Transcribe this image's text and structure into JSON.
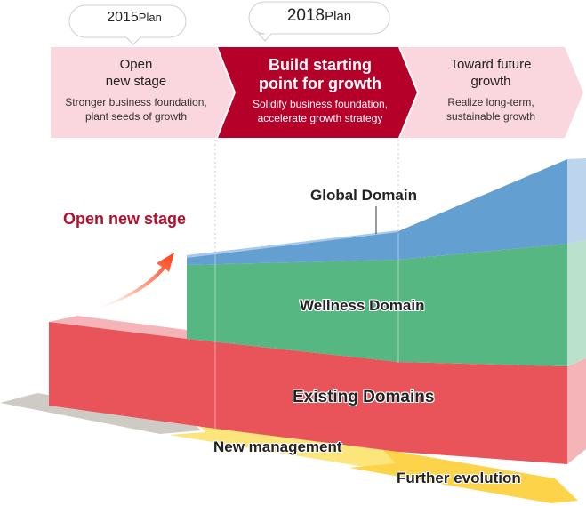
{
  "plans": [
    {
      "year": "2015",
      "suffix": "Plan"
    },
    {
      "year": "2018",
      "suffix": "Plan"
    }
  ],
  "stages": [
    {
      "title_line1": "Open",
      "title_line2": "new stage",
      "desc_line1": "Stronger business foundation,",
      "desc_line2": "plant seeds of growth",
      "state": "past"
    },
    {
      "title_line1": "Build starting",
      "title_line2": "point for growth",
      "desc_line1": "Solidify business foundation,",
      "desc_line2": "accelerate growth strategy",
      "state": "active"
    },
    {
      "title_line1": "Toward future",
      "title_line2": "growth",
      "desc_line1": "Realize long-term,",
      "desc_line2": "sustainable growth",
      "state": "future"
    }
  ],
  "callout": {
    "label": "Open new stage",
    "icon": "rising-arrow-icon"
  },
  "domains": {
    "global": {
      "label": "Global Domain",
      "color": "#649fd2"
    },
    "wellness": {
      "label": "Wellness Domain",
      "color": "#56b783"
    },
    "existing": {
      "label": "Existing Domains",
      "color": "#e8545a"
    }
  },
  "timeline": {
    "new_management": {
      "label": "New management",
      "color": "#fce57a"
    },
    "further_evolution": {
      "label": "Further evolution",
      "color": "#fdd34a"
    },
    "past_color": "#cdcbc4"
  },
  "colors": {
    "stage_pale": "#fad6de",
    "stage_active": "#b5002a",
    "accent_text": "#b0102e"
  }
}
